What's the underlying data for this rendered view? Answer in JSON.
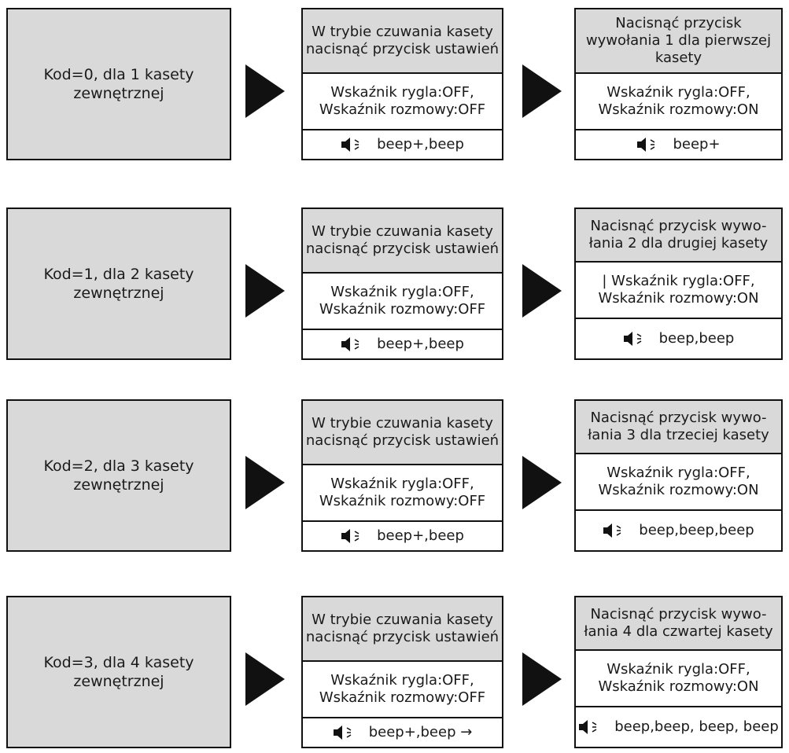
{
  "rows": [
    {
      "code": "Kod=0, dla 1 kasety zewnętrznej",
      "step1": {
        "instruction": "W trybie czuwania kasety nacisnąć przycisk ustawień",
        "indicators": "Wskaźnik rygla:OFF, Wskaźnik rozmowy:OFF",
        "sound": "beep+,beep"
      },
      "step2": {
        "instruction": "Nacisnąć przycisk wywołania 1 dla pierwszej kasety",
        "indicators": "Wskaźnik rygla:OFF, Wskaźnik rozmowy:ON",
        "sound": "beep+"
      }
    },
    {
      "code": "Kod=1, dla 2 kasety zewnętrznej",
      "step1": {
        "instruction": "W trybie czuwania kasety nacisnąć przycisk ustawień",
        "indicators": "Wskaźnik rygla:OFF, Wskaźnik rozmowy:OFF",
        "sound": "beep+,beep"
      },
      "step2": {
        "instruction": "Nacisnąć przycisk wywo-łania 2 dla drugiej kasety",
        "indicators": "| Wskaźnik rygla:OFF, Wskaźnik rozmowy:ON",
        "sound": "beep,beep"
      }
    },
    {
      "code": "Kod=2, dla 3 kasety zewnętrznej",
      "step1": {
        "instruction": "W trybie czuwania kasety nacisnąć przycisk ustawień",
        "indicators": "Wskaźnik rygla:OFF, Wskaźnik rozmowy:OFF",
        "sound": "beep+,beep"
      },
      "step2": {
        "instruction": "Nacisnąć przycisk wywo-łania 3 dla trzeciej kasety",
        "indicators": "Wskaźnik rygla:OFF, Wskaźnik rozmowy:ON",
        "sound": "beep,beep,beep"
      }
    },
    {
      "code": "Kod=3, dla 4 kasety zewnętrznej",
      "step1": {
        "instruction": "W trybie czuwania kasety nacisnąć przycisk ustawień",
        "indicators": "Wskaźnik rygla:OFF, Wskaźnik rozmowy:OFF",
        "sound": "beep+,beep →"
      },
      "step2": {
        "instruction": "Nacisnąć przycisk wywo-łania 4 dla czwartej kasety",
        "indicators": "Wskaźnik rygla:OFF, Wskaźnik rozmowy:ON",
        "sound": "beep,beep, beep, beep"
      }
    }
  ],
  "icons": {
    "sound": "speaker-icon"
  },
  "colors": {
    "box_fill": "#d9d9d9",
    "border": "#111111"
  }
}
